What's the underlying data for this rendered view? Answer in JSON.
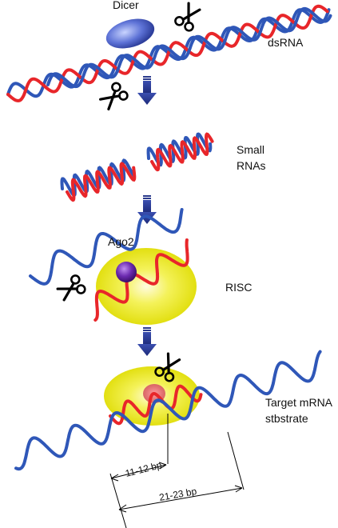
{
  "labels": {
    "dicer": "Dicer",
    "dsrna": "dsRNA",
    "small_rnas_line1": "Small",
    "small_rnas_line2": "RNAs",
    "ago2": "Ago2",
    "risc": "RISC",
    "target_line1": "Target mRNA",
    "target_line2": "stbstrate",
    "dim_short": "11-12 bp",
    "dim_long": "21-23 bp"
  },
  "colors": {
    "strand_red": "#e8262a",
    "strand_blue": "#2f57b8",
    "arrow": "#2a3a8c",
    "complex": "#e8e61a",
    "dicer": "#4a5fc8",
    "ago2": "#6a2aa8"
  },
  "icons": [
    "scissors-icon",
    "down-arrow-icon"
  ]
}
